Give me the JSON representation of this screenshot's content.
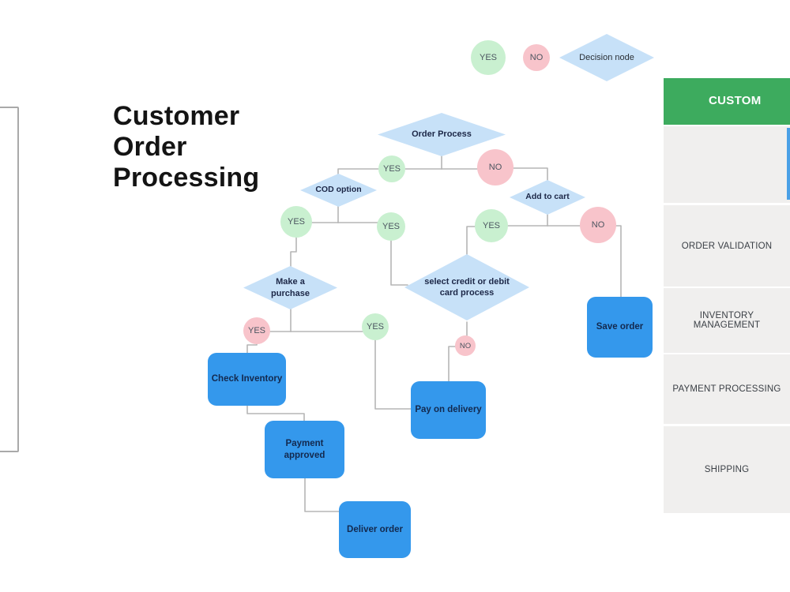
{
  "title": {
    "line1": "Customer",
    "line2": "Order",
    "line3": "Processing"
  },
  "legend": {
    "yes_label": "YES",
    "no_label": "NO",
    "decision_label": "Decision node"
  },
  "flowchart": {
    "decisions": {
      "order_process": {
        "label": "Order Process"
      },
      "cod_option": {
        "label": "COD option"
      },
      "add_to_cart": {
        "label": "Add to cart"
      },
      "make_a_purchase": {
        "label": "Make a purchase"
      },
      "select_credit": {
        "label": "select credit or debit card process"
      }
    },
    "processes": {
      "check_inventory": {
        "label": "Check Inventory"
      },
      "pay_on_delivery": {
        "label": "Pay on delivery"
      },
      "payment_approved": {
        "label": "Payment approved"
      },
      "deliver_order": {
        "label": "Deliver order"
      },
      "save_order": {
        "label": "Save order"
      }
    },
    "branches": {
      "yes_after_order_process": {
        "label": "YES"
      },
      "no_after_order_process": {
        "label": "NO"
      },
      "yes_left_of_cod": {
        "label": "YES"
      },
      "yes_right_of_cod": {
        "label": "YES"
      },
      "yes_after_add_to_cart": {
        "label": "YES"
      },
      "no_after_add_to_cart": {
        "label": "NO"
      },
      "yes_after_purchase_pink": {
        "label": "YES"
      },
      "yes_mid": {
        "label": "YES"
      },
      "no_after_card": {
        "label": "NO"
      }
    }
  },
  "sidebar": {
    "header": "CUSTOM",
    "sections": [
      {
        "label": ""
      },
      {
        "label": "ORDER VALIDATION"
      },
      {
        "label": "INVENTORY MANAGEMENT"
      },
      {
        "label": "PAYMENT PROCESSING"
      },
      {
        "label": "SHIPPING"
      }
    ]
  },
  "colors": {
    "yes_fill": "#c9f0d0",
    "no_fill": "#f8c4cb",
    "decision_fill": "#c7e1f8",
    "process_fill": "#3498ec",
    "process_text": "#13294e",
    "header_green": "#3dab5e",
    "lane_bg": "#f0efee",
    "connector": "#b5b5b5",
    "indicator_blue": "#4aa0e6"
  }
}
